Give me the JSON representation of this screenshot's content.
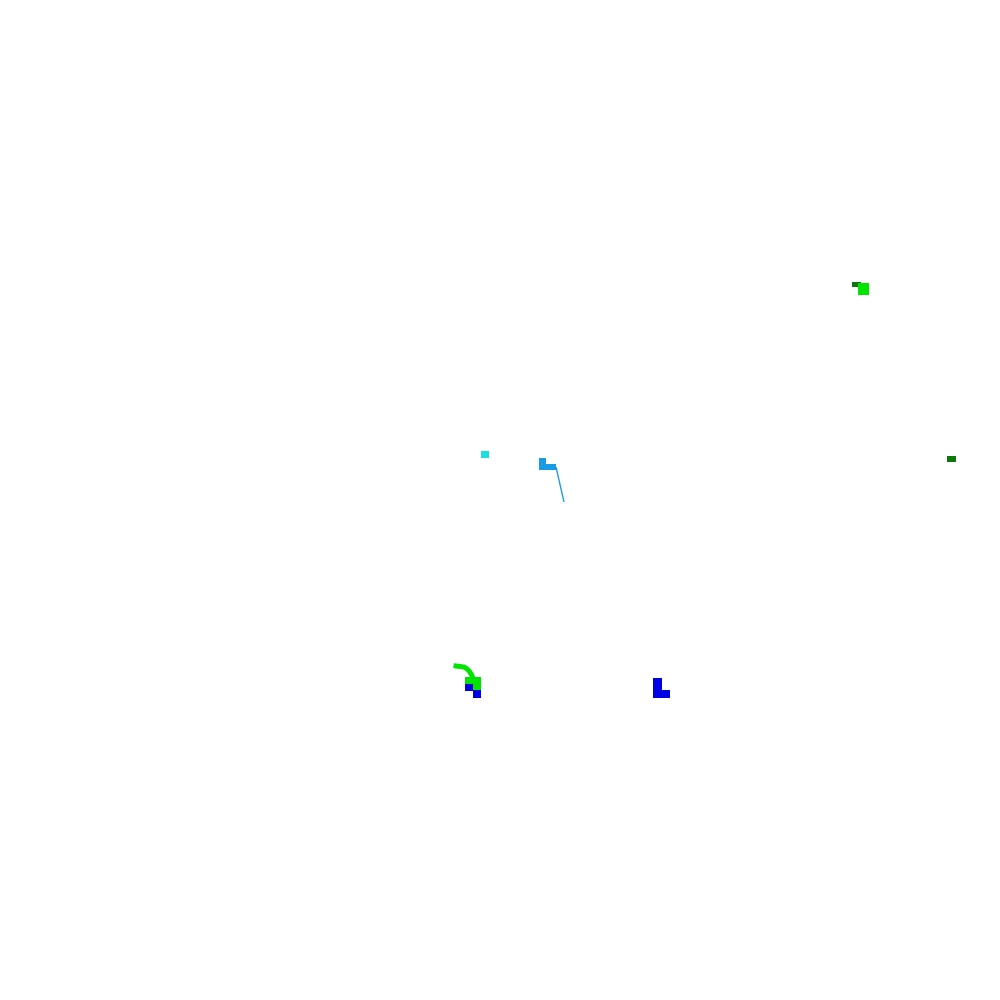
{
  "background_color": "#ffffff",
  "colors": {
    "bright_green": "#00e400",
    "dark_green": "#0b7a0b",
    "cyan": "#18e0e0",
    "sky_blue": "#1a9be6",
    "blue": "#0000e6"
  },
  "marks": [
    {
      "name": "dark-green-fragment-top-right",
      "shape": "block",
      "color_key": "dark_green"
    },
    {
      "name": "bright-green-fragment-top-right",
      "shape": "block",
      "color_key": "bright_green"
    },
    {
      "name": "dark-green-fragment-right-edge",
      "shape": "block",
      "color_key": "dark_green"
    },
    {
      "name": "cyan-fragment-center",
      "shape": "block",
      "color_key": "cyan"
    },
    {
      "name": "sky-blue-l-fragment-center",
      "shape": "l-shape",
      "color_key": "sky_blue"
    },
    {
      "name": "sky-blue-thin-stroke",
      "shape": "stroke",
      "color_key": "sky_blue"
    },
    {
      "name": "bright-green-curved-stroke",
      "shape": "curve",
      "color_key": "bright_green"
    },
    {
      "name": "bright-green-fragment-lower-left",
      "shape": "block",
      "color_key": "bright_green"
    },
    {
      "name": "blue-fragment-lower-left",
      "shape": "step",
      "color_key": "blue"
    },
    {
      "name": "blue-l-fragment-lower-center",
      "shape": "l-shape",
      "color_key": "blue"
    }
  ]
}
